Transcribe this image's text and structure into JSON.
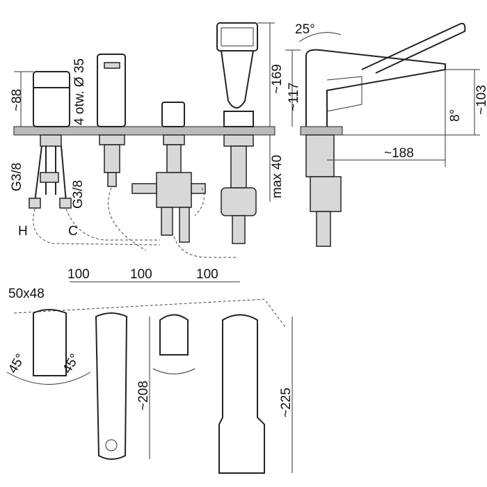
{
  "top_view": {
    "dim_88": "~88",
    "holes": "4 otw. Ø 35",
    "dim_169": "~169",
    "max_40": "max 40",
    "g38_left": "G3/8",
    "g38_right": "G3/8",
    "hot": "H",
    "cold": "C"
  },
  "side_view": {
    "angle_25": "25°",
    "dim_117": "~117",
    "dim_103": "~103",
    "angle_8": "8°",
    "dim_188": "~188"
  },
  "plan_view": {
    "spacing_1": "100",
    "spacing_2": "100",
    "spacing_3": "100",
    "size": "50x48",
    "angle_left": "45°",
    "angle_right": "45°",
    "dim_208": "~208",
    "dim_225": "~225"
  }
}
